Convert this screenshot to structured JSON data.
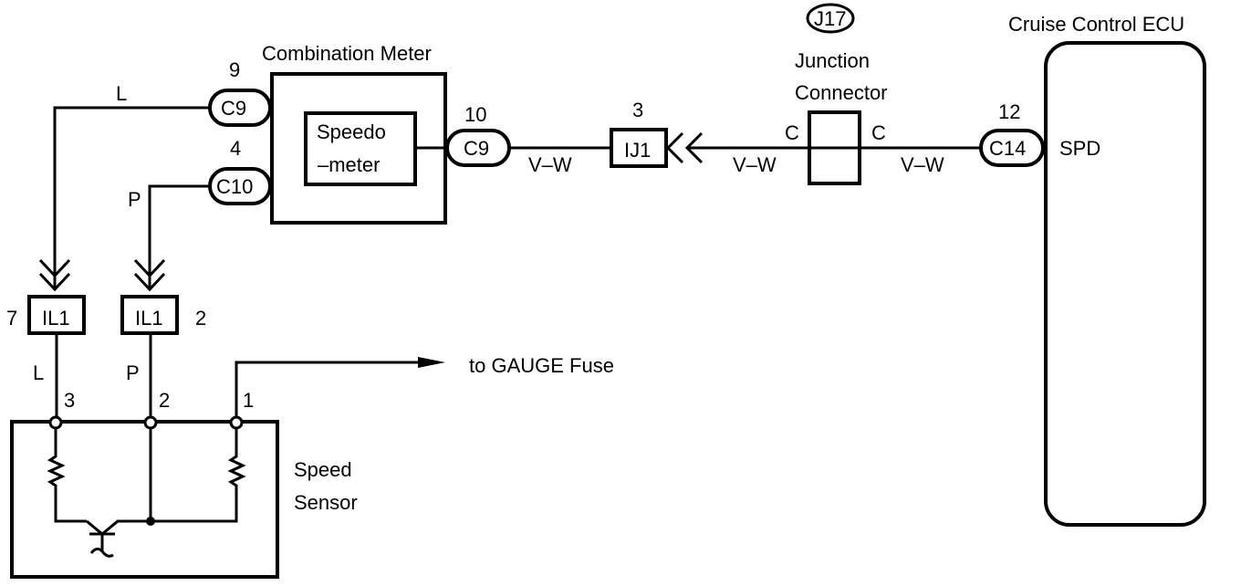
{
  "components": {
    "combination_meter": {
      "title": "Combination Meter",
      "inner_line1": "Speedo",
      "inner_line2": "–meter"
    },
    "cruise_ecu": {
      "title": "Cruise Control ECU",
      "pin_label": "SPD"
    },
    "junction_connector": {
      "badge": "J17",
      "title_line1": "Junction",
      "title_line2": "Connector",
      "left_label": "C",
      "right_label": "C"
    },
    "speed_sensor": {
      "title_line1": "Speed",
      "title_line2": "Sensor",
      "pins": [
        "3",
        "2",
        "1"
      ]
    }
  },
  "connectors": {
    "c9_top": {
      "id": "C9",
      "pin": "9"
    },
    "c10": {
      "id": "C10",
      "pin": "4"
    },
    "c9_right": {
      "id": "C9",
      "pin": "10"
    },
    "ij1": {
      "id": "IJ1",
      "pin": "3"
    },
    "c14": {
      "id": "C14",
      "pin": "12"
    },
    "il1_left": {
      "id": "IL1",
      "pin": "7"
    },
    "il1_right": {
      "id": "IL1",
      "pin": "2"
    }
  },
  "wires": {
    "l_top": "L",
    "p_top": "P",
    "l_bottom": "L",
    "p_bottom": "P",
    "vw_1": "V–W",
    "vw_2": "V–W",
    "vw_3": "V–W"
  },
  "destination": {
    "gauge_fuse": "to GAUGE Fuse"
  }
}
